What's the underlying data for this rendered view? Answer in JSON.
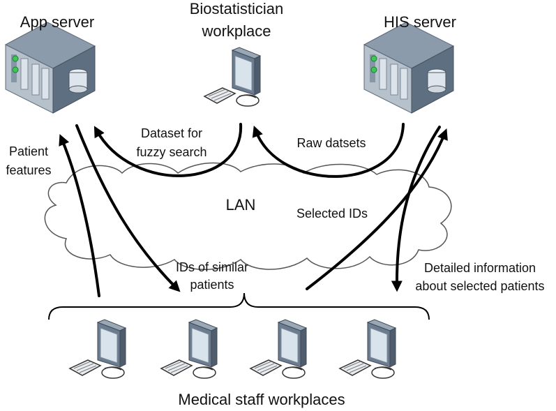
{
  "nodes": {
    "app_server": "App server",
    "biostatistician_line1": "Biostatistician",
    "biostatistician_line2": "workplace",
    "his_server": "HIS server",
    "lan": "LAN",
    "medical_staff": "Medical staff workplaces"
  },
  "edges": {
    "dataset_line1": "Dataset for",
    "dataset_line2": "fuzzy search",
    "raw_datasets": "Raw datsets",
    "patient_features_line1": "Patient",
    "patient_features_line2": "features",
    "selected_ids": "Selected IDs",
    "similar_ids_line1": "IDs of similar",
    "similar_ids_line2": "patients",
    "detailed_line1": "Detailed information",
    "detailed_line2": "about selected patients"
  },
  "colors": {
    "server_body": "#6b7c91",
    "server_front": "#a8b4c2",
    "monitor_screen": "#d9e3ec",
    "led": "#3fc65a",
    "cloud_stroke": "#555555"
  }
}
